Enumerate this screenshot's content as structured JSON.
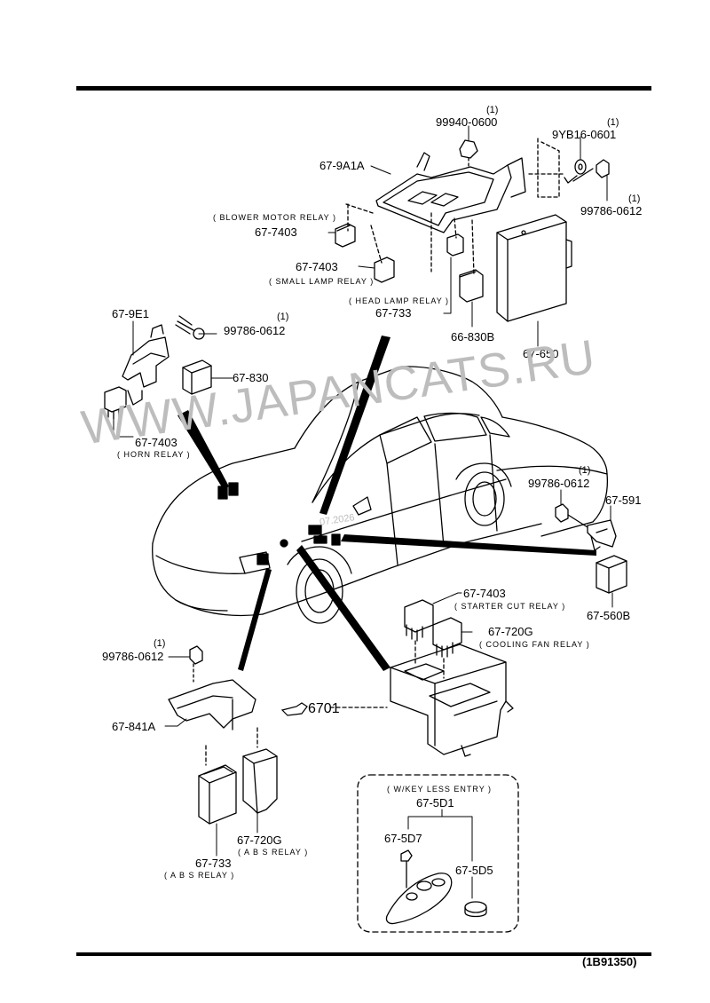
{
  "labels": {
    "p_9A1A": "67-9A1A",
    "p_99940": "99940-0600",
    "q_99940": "(1)",
    "p_9YB16": "9YB16-0601",
    "q_9YB16": "(1)",
    "p_99786_top": "99786-0612",
    "q_99786_top": "(1)",
    "blower_caption": "( BLOWER MOTOR RELAY )",
    "p_7403_blower": "67-7403",
    "p_7403_small": "67-7403",
    "small_caption": "( SMALL LAMP RELAY )",
    "head_caption": "( HEAD LAMP RELAY )",
    "p_733_head": "67-733",
    "p_830B": "66-830B",
    "p_650": "67-650",
    "p_9E1": "67-9E1",
    "p_99786_left": "99786-0612",
    "q_99786_left": "(1)",
    "p_830": "67-830",
    "p_7403_horn": "67-7403",
    "horn_caption": "( HORN RELAY )",
    "p_99786_right": "99786-0612",
    "q_99786_right": "(1)",
    "p_591": "67-591",
    "p_560B": "67-560B",
    "p_7403_starter": "67-7403",
    "starter_caption": "( STARTER CUT RELAY )",
    "p_720G_fan": "67-720G",
    "fan_caption": "( COOLING FAN RELAY )",
    "p_99786_bottom": "99786-0612",
    "q_99786_bottom": "(1)",
    "p_6701": "6701",
    "p_841A": "67-841A",
    "p_720G_abs": "67-720G",
    "abs_caption_1": "( A B S  RELAY )",
    "p_733_abs": "67-733",
    "abs_caption_2": "( A B S  RELAY )",
    "keyless_caption": "( W/KEY LESS ENTRY )",
    "p_5D1": "67-5D1",
    "p_5D7": "67-5D7",
    "p_5D5": "67-5D5",
    "diagram_code": "(1B91350)"
  },
  "watermark": {
    "text": "WWW.JAPANCATS.RU",
    "date": "07.2026",
    "color": "#bdbdbd"
  },
  "icons": {
    "reference_pointer": "pointing-hand-icon"
  },
  "colors": {
    "ink": "#000000",
    "paper": "#ffffff"
  }
}
